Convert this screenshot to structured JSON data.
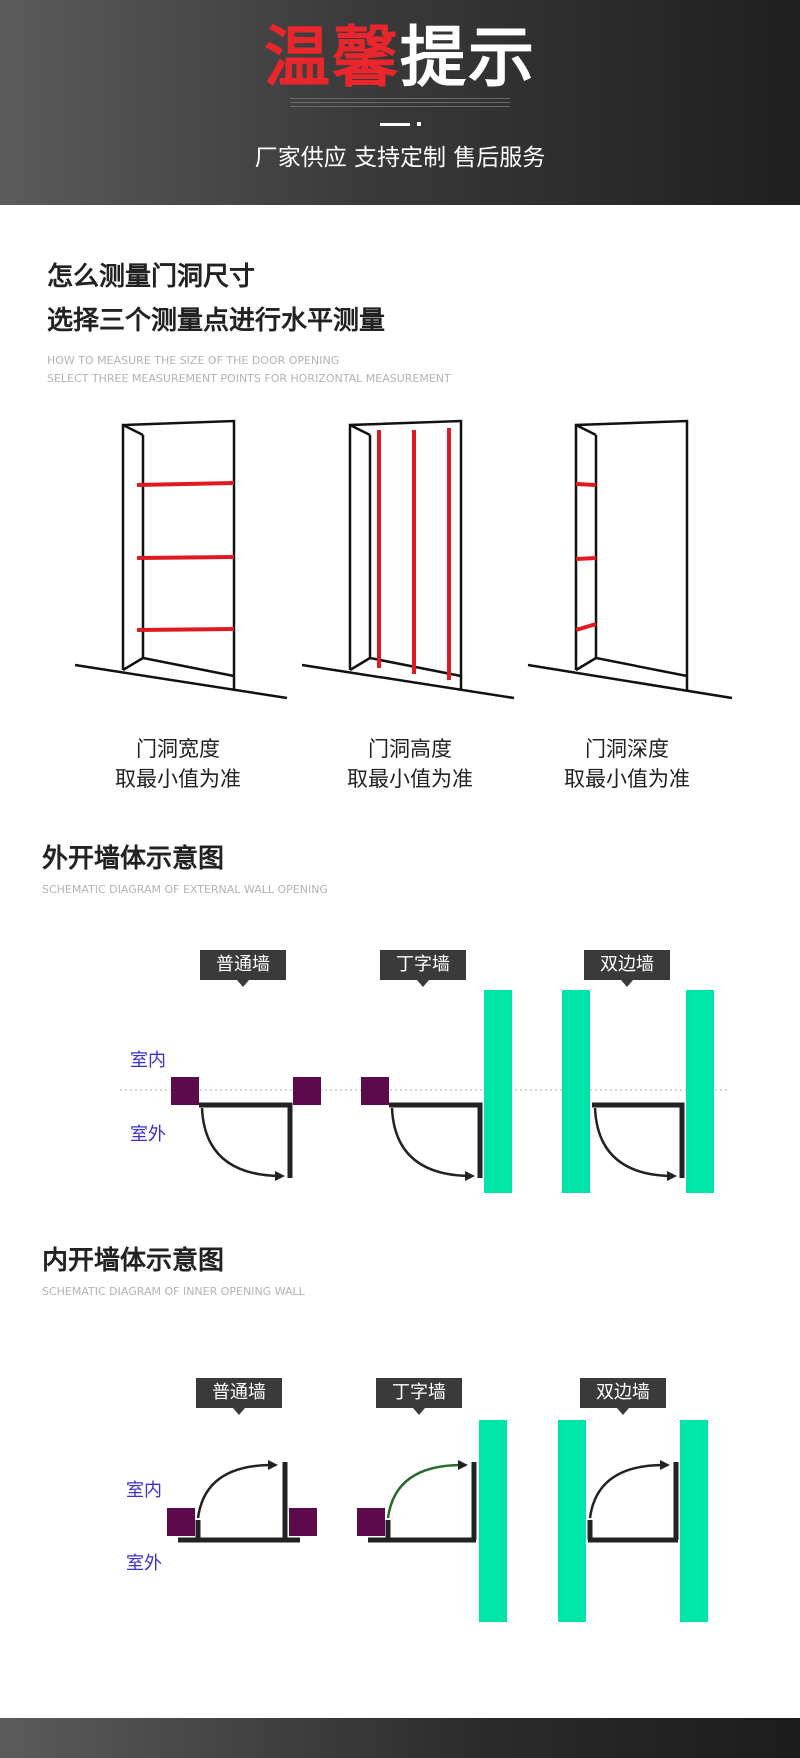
{
  "header": {
    "title_red": "温馨",
    "title_white": "提示",
    "subtitle": "厂家供应 支持定制 售后服务"
  },
  "measure": {
    "title_line1": "怎么测量门洞尺寸",
    "title_line2": "选择三个测量点进行水平测量",
    "en_line1": "HOW TO MEASURE THE SIZE OF THE DOOR OPENING",
    "en_line2": "SELECT THREE MEASUREMENT POINTS FOR HORIZONTAL MEASUREMENT",
    "items": [
      {
        "line1": "门洞宽度",
        "line2": "取最小值为准"
      },
      {
        "line1": "门洞高度",
        "line2": "取最小值为准"
      },
      {
        "line1": "门洞深度",
        "line2": "取最小值为准"
      }
    ]
  },
  "outer": {
    "title": "外开墙体示意图",
    "en": "SCHEMATIC DIAGRAM OF EXTERNAL WALL OPENING",
    "tags": [
      "普通墙",
      "丁字墙",
      "双边墙"
    ],
    "indoor": "室内",
    "outdoor": "室外"
  },
  "inner": {
    "title": "内开墙体示意图",
    "en": "SCHEMATIC DIAGRAM OF INNER OPENING WALL",
    "tags": [
      "普通墙",
      "丁字墙",
      "双边墙"
    ],
    "indoor": "室内",
    "outdoor": "室外"
  },
  "colors": {
    "accent_red": "#e8262c",
    "wall_green": "#00e6a8",
    "post_purple": "#5c0a4c",
    "label_blue": "#3b2fd0",
    "tag_bg": "#3a3a3a"
  }
}
